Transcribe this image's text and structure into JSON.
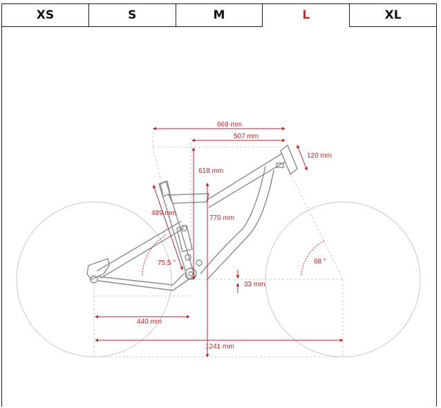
{
  "size_tabs": [
    {
      "label": "XS",
      "active": false
    },
    {
      "label": "S",
      "active": false
    },
    {
      "label": "M",
      "active": false
    },
    {
      "label": "L",
      "active": true
    },
    {
      "label": "XL",
      "active": false
    }
  ],
  "colors": {
    "accent": "#cc2a2a",
    "frame_line": "#8a8a8a",
    "wheel_line": "#c8c8c8",
    "dimension": "#b5252a",
    "border": "#1a1a1a"
  },
  "geometry": {
    "reach_total": "669 mm",
    "reach": "507 mm",
    "head_tube": "120 mm",
    "stack": "618 mm",
    "seat_tube": "489 mm",
    "stack_height": "770 mm",
    "seat_angle": "75,5 °",
    "head_angle": "68 °",
    "bb_drop": "33 mm",
    "chainstay": "440 mm",
    "wheelbase": "1241 mm"
  }
}
